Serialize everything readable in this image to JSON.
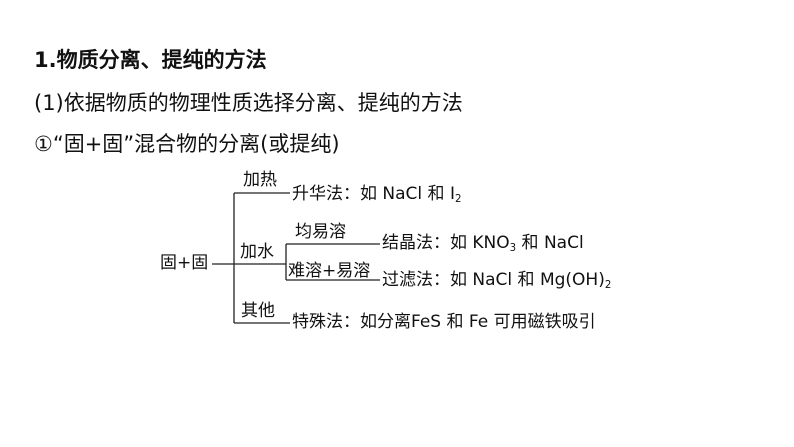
{
  "heading": "1.物质分离、提纯的方法",
  "subheading": "(1)依据物质的物理性质选择分离、提纯的方法",
  "item": "①“固+固”混合物的分离(或提纯)",
  "diagram": {
    "root": "固+固",
    "branch_heat": "加热",
    "branch_water": "加水",
    "branch_other": "其他",
    "soluble": "均易溶",
    "mixed": "难溶+易溶",
    "sublimation_prefix": "升华法：如 NaCl 和 I",
    "sublimation_sub": "2",
    "crystal_prefix": "结晶法：如 KNO",
    "crystal_sub": "3",
    "crystal_suffix": " 和 NaCl",
    "filter_prefix": "过滤法：如 NaCl 和 Mg(OH)",
    "filter_sub": "2",
    "special": "特殊法：如分离FeS 和 Fe 可用磁铁吸引"
  }
}
